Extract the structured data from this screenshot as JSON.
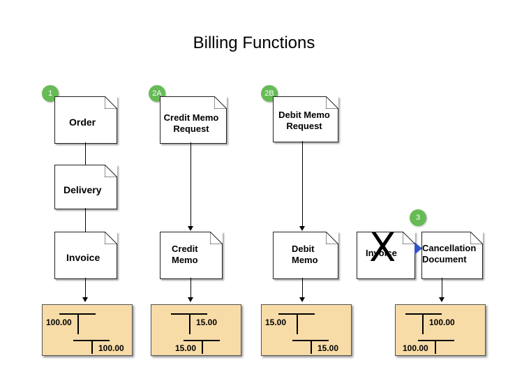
{
  "title": "Billing Functions",
  "badges": [
    "1",
    "2A",
    "2B",
    "3"
  ],
  "documents": {
    "order": "Order",
    "delivery": "Delivery",
    "invoice": "Invoice",
    "credit_memo_request": "Credit Memo\nRequest",
    "credit_memo": "Credit\nMemo",
    "debit_memo_request": "Debit Memo\nRequest",
    "debit_memo": "Debit\nMemo",
    "cancelled_invoice": "Invoice",
    "cancellation_document": "Cancellation\nDocument"
  },
  "accounts": [
    {
      "left_value": "100.00",
      "right_value": "100.00"
    },
    {
      "left_value": "15.00",
      "right_value": "15.00"
    },
    {
      "left_value": "15.00",
      "right_value": "15.00"
    },
    {
      "left_value": "100.00",
      "right_value": "100.00"
    }
  ],
  "colors": {
    "badge": "#66bb55",
    "account_fill": "#f7dca8",
    "pointer": "#3355cc"
  }
}
